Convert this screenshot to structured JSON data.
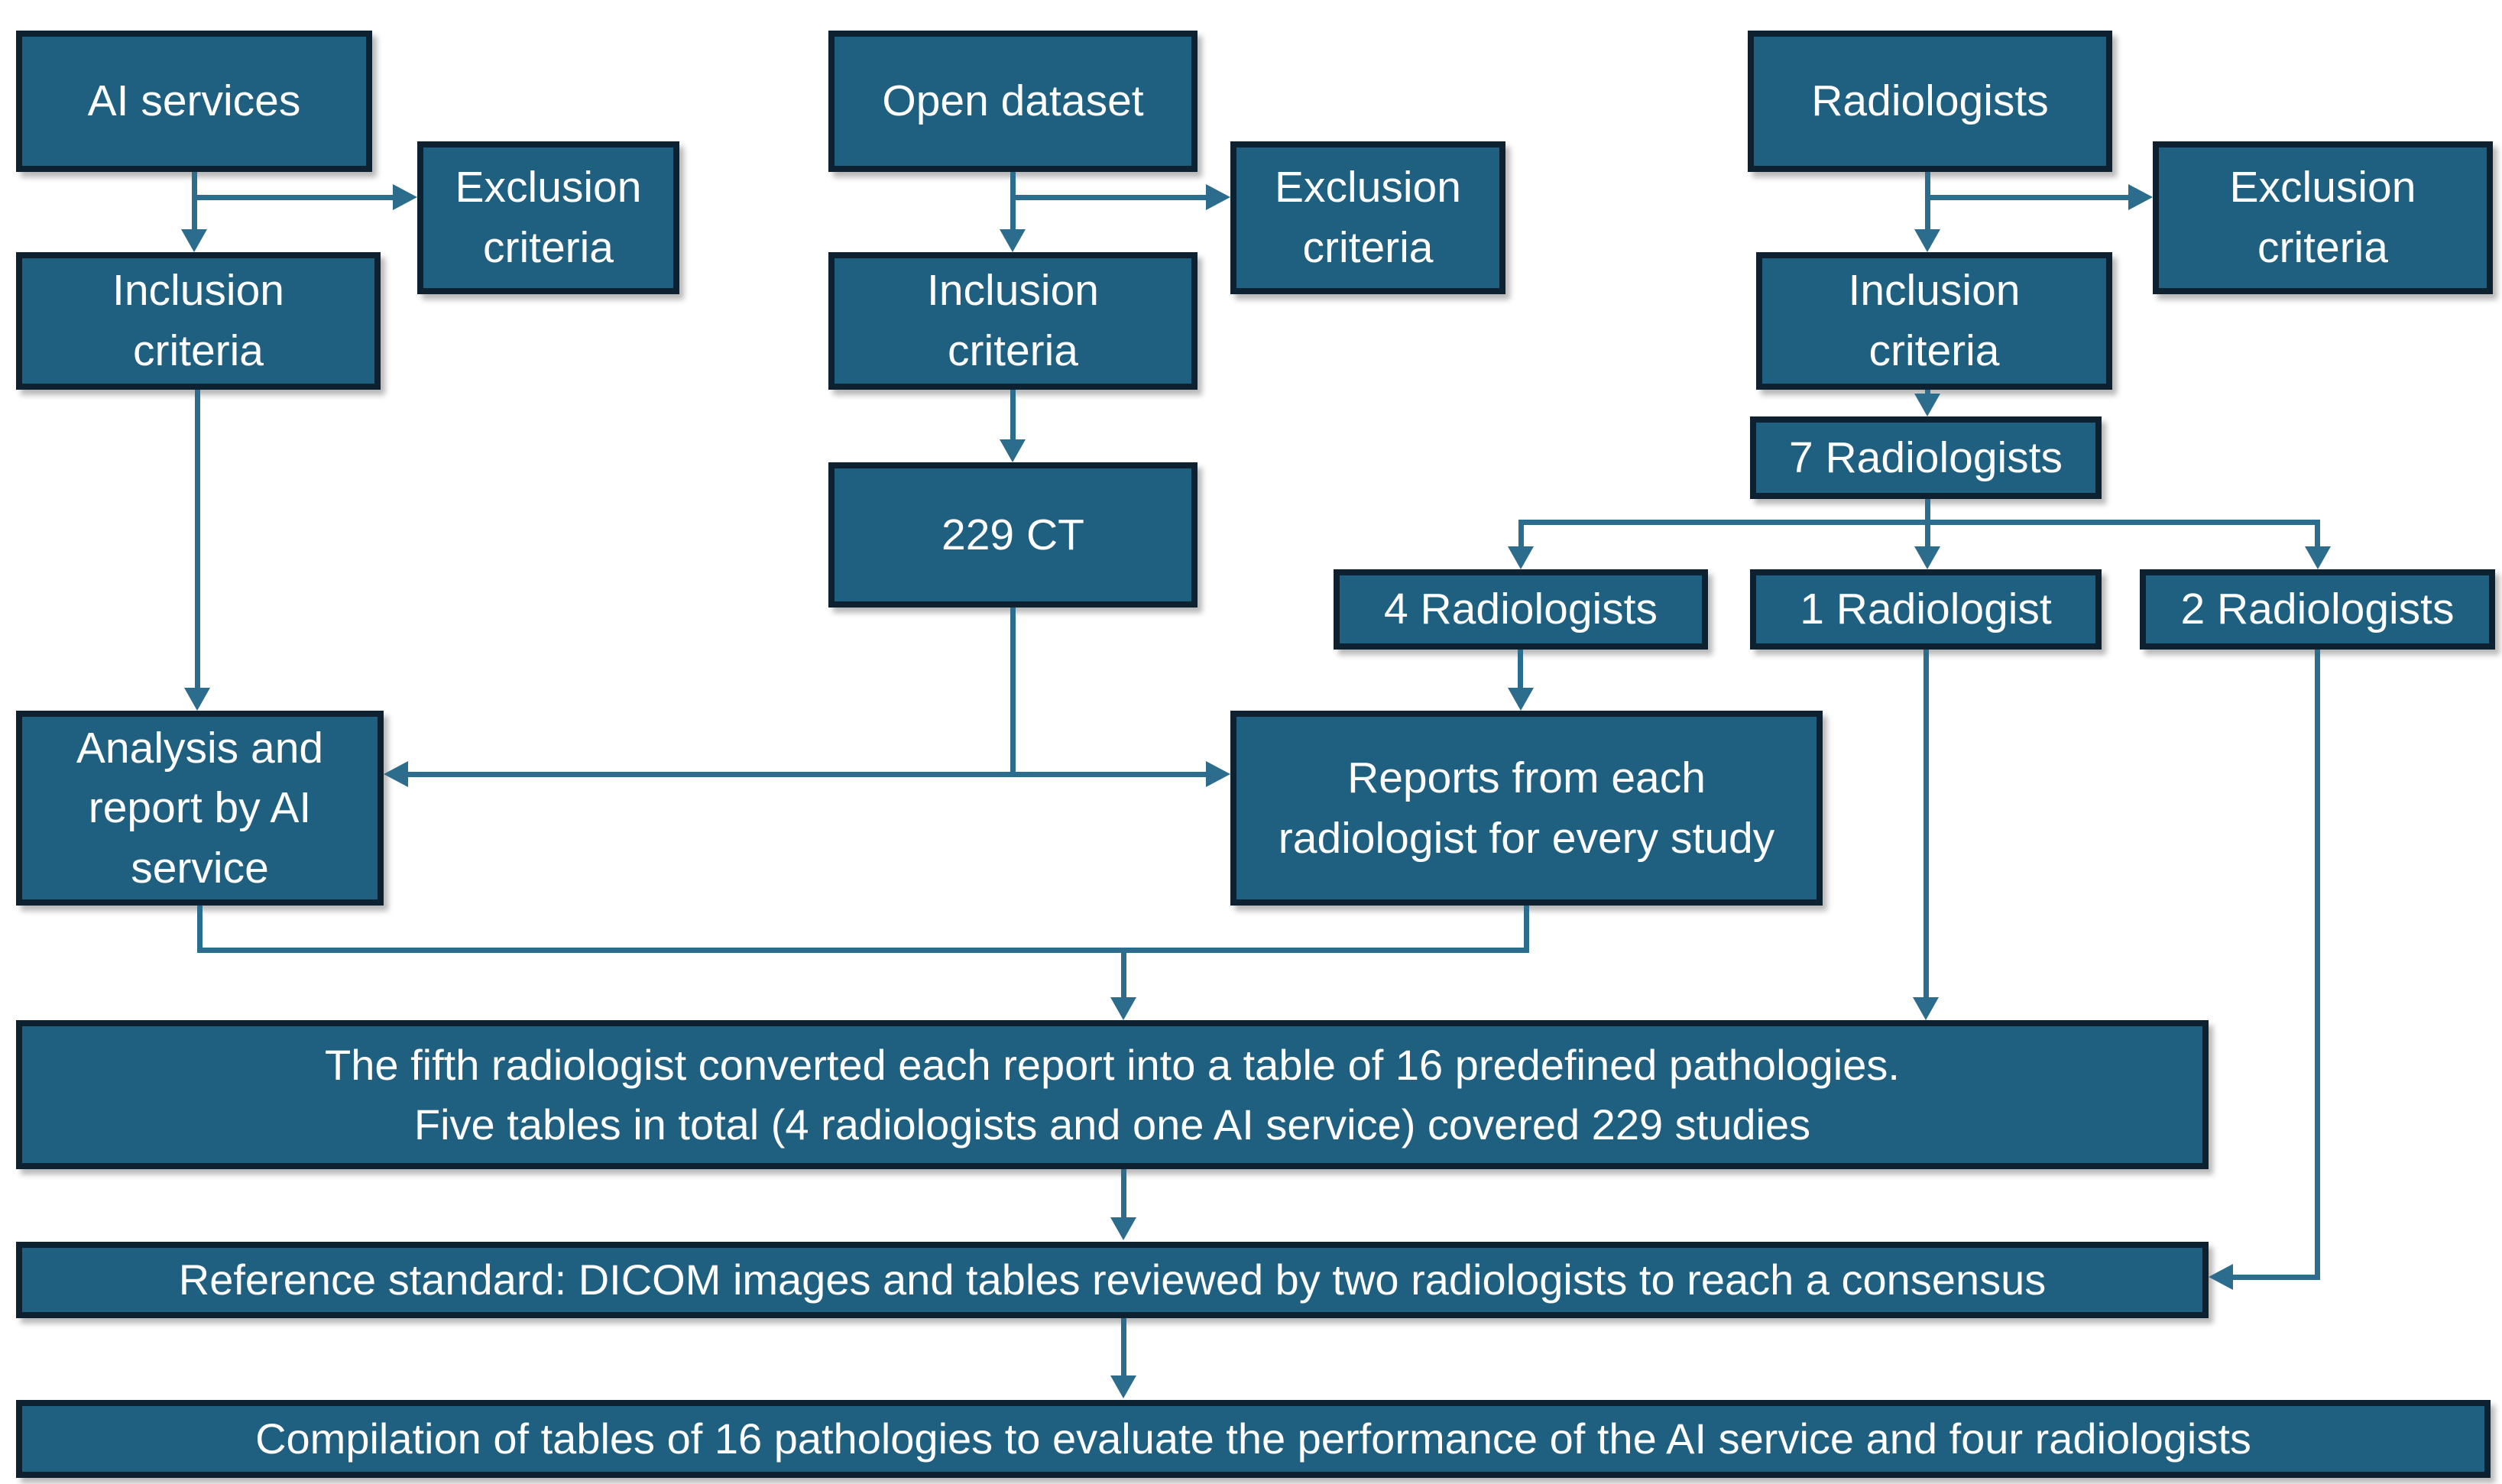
{
  "colors": {
    "box_fill": "#1f6081",
    "box_border": "#0d2130",
    "connector": "#2c6c8c",
    "text": "#ffffff",
    "background": "#ffffff"
  },
  "nodes": {
    "ai_services": "AI services",
    "exclusion_criteria_1": "Exclusion\ncriteria",
    "inclusion_criteria_1": "Inclusion\ncriteria",
    "analysis_ai": "Analysis and\nreport by AI\nservice",
    "open_dataset": "Open dataset",
    "exclusion_criteria_2": "Exclusion\ncriteria",
    "inclusion_criteria_2": "Inclusion\ncriteria",
    "ct_229": "229 CT",
    "radiologists": "Radiologists",
    "exclusion_criteria_3": "Exclusion\ncriteria",
    "inclusion_criteria_3": "Inclusion\ncriteria",
    "seven_radiologists": "7 Radiologists",
    "four_radiologists": "4 Radiologists",
    "one_radiologist": "1 Radiologist",
    "two_radiologists": "2 Radiologists",
    "reports_each": "Reports from each\nradiologist for every study",
    "conversion_step": "The fifth radiologist converted each report into a table of 16 predefined pathologies.\nFive tables in total (4 radiologists and one AI service) covered 229 studies",
    "reference_standard": "Reference standard: DICOM images and tables reviewed by two radiologists to reach a consensus",
    "compilation": "Compilation of tables of 16 pathologies to evaluate the performance of the AI service and four radiologists"
  }
}
